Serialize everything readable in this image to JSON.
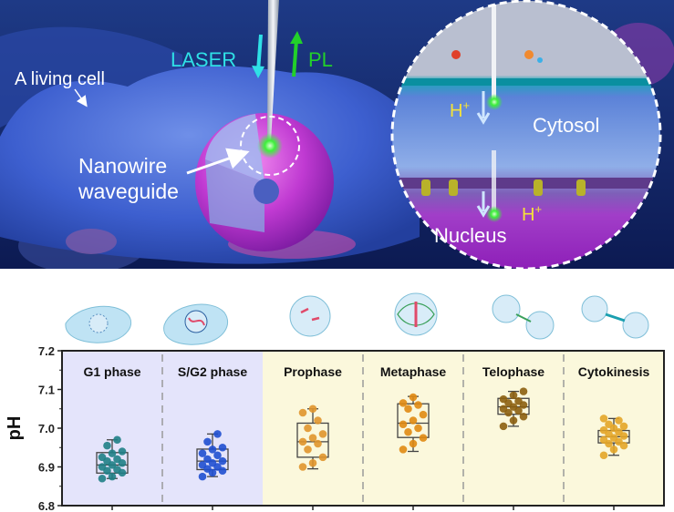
{
  "scene": {
    "labels": {
      "laser": "LASER",
      "pl": "PL",
      "living_cell": "A living cell",
      "nanowire_line1": "Nanowire",
      "nanowire_line2": "waveguide",
      "cytosol": "Cytosol",
      "nucleus": "Nucleus",
      "proton_cytosol": "H",
      "proton_nucleus": "H",
      "proton_sup": "+"
    },
    "colors": {
      "laser": "#2fe0e6",
      "pl": "#22d02a",
      "cytoplasm": "#3b5fd0",
      "nucleus": "#c23bd6",
      "membrane": "#0a8fa0"
    }
  },
  "chart_data": {
    "type": "box",
    "ylabel": "pH",
    "ylim": [
      6.8,
      7.2
    ],
    "yticks": [
      "6.8",
      "6.9",
      "7.0",
      "7.1",
      "7.2"
    ],
    "categories": [
      "G1 phase",
      "S/G2 phase",
      "Prophase",
      "Metaphase",
      "Telophase",
      "Cytokinesis"
    ],
    "colors": [
      "#1f7f86",
      "#1f4fd0",
      "#e0952c",
      "#e08a12",
      "#8c5f10",
      "#e3a528"
    ],
    "backgrounds": [
      "#e4e4fb",
      "#e4e4fb",
      "#fbf8dc",
      "#fbf8dc",
      "#fbf8dc",
      "#fbf8dc"
    ],
    "boxes": [
      {
        "min": 6.87,
        "q1": 6.884,
        "median": 6.905,
        "q3": 6.937,
        "max": 6.97
      },
      {
        "min": 6.875,
        "q1": 6.893,
        "median": 6.915,
        "q3": 6.946,
        "max": 6.985
      },
      {
        "min": 6.895,
        "q1": 6.925,
        "median": 6.965,
        "q3": 7.013,
        "max": 7.05
      },
      {
        "min": 6.94,
        "q1": 6.976,
        "median": 7.013,
        "q3": 7.063,
        "max": 7.082
      },
      {
        "min": 7.005,
        "q1": 7.036,
        "median": 7.055,
        "q3": 7.077,
        "max": 7.095
      },
      {
        "min": 6.93,
        "q1": 6.962,
        "median": 6.978,
        "q3": 6.994,
        "max": 7.025
      }
    ],
    "points": [
      [
        6.87,
        6.875,
        6.885,
        6.89,
        6.893,
        6.9,
        6.905,
        6.91,
        6.915,
        6.92,
        6.925,
        6.935,
        6.94,
        6.955,
        6.97
      ],
      [
        6.875,
        6.885,
        6.89,
        6.895,
        6.9,
        6.905,
        6.91,
        6.915,
        6.92,
        6.93,
        6.935,
        6.945,
        6.95,
        6.965,
        6.985
      ],
      [
        6.9,
        6.91,
        6.925,
        6.945,
        6.96,
        6.965,
        6.975,
        6.985,
        7.0,
        7.02,
        7.04,
        7.05
      ],
      [
        6.945,
        6.96,
        6.975,
        6.99,
        7.0,
        7.01,
        7.02,
        7.035,
        7.05,
        7.06,
        7.065,
        7.08
      ],
      [
        7.005,
        7.02,
        7.03,
        7.04,
        7.045,
        7.05,
        7.055,
        7.06,
        7.065,
        7.07,
        7.075,
        7.085,
        7.095
      ],
      [
        6.93,
        6.945,
        6.955,
        6.96,
        6.965,
        6.97,
        6.975,
        6.98,
        6.985,
        6.99,
        6.995,
        7.0,
        7.005,
        7.01,
        7.02,
        7.025
      ]
    ]
  }
}
